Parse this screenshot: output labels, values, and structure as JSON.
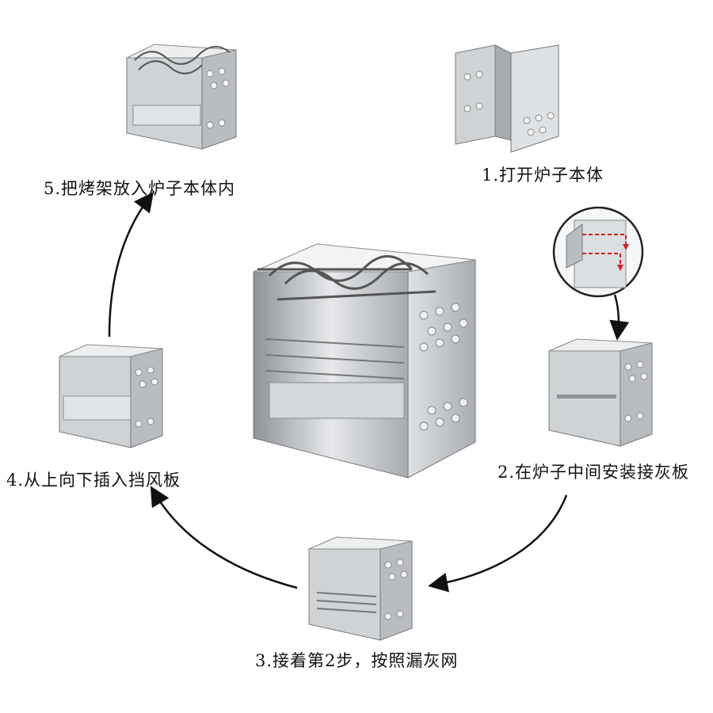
{
  "steps": [
    {
      "number": "1.",
      "text": "打开炉子本体"
    },
    {
      "number": "2.",
      "text": "在炉子中间安装接灰板"
    },
    {
      "number": "3.",
      "text": "接着第2步，按照漏灰网"
    },
    {
      "number": "4.",
      "text": "从上向下插入挡风板"
    },
    {
      "number": "5.",
      "text": "把烤架放入炉子本体内"
    }
  ],
  "colors": {
    "steel_light": "#e6e8ea",
    "steel_mid": "#b9bdc1",
    "steel_dark": "#7c8186",
    "arrow": "#111111",
    "callout_arrow": "#cc2222"
  },
  "icons": {
    "center": "assembled-stove-icon",
    "step1": "folded-stove-body-icon",
    "step2": "stove-with-ash-plate-icon",
    "step3": "stove-with-ash-grid-icon",
    "step4": "stove-with-windshield-icon",
    "step5": "stove-with-grill-icon",
    "callout": "hinge-detail-callout-icon"
  }
}
